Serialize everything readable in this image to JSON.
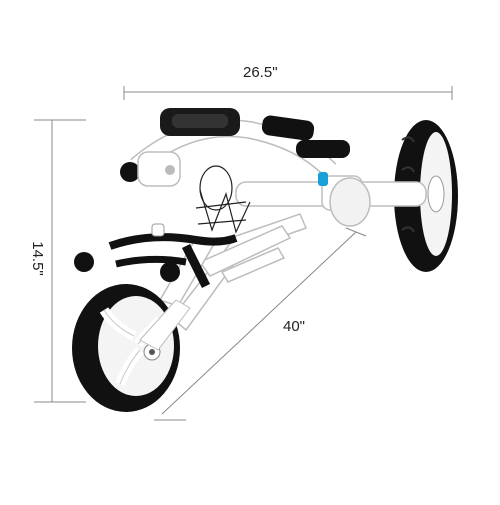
{
  "dimensions": {
    "width": "26.5\"",
    "height": "14.5\"",
    "length": "40\""
  },
  "colors": {
    "frame": "#ffffff",
    "frame_outline": "#bfbfbf",
    "tire": "#111111",
    "accent": "#1aa0d8",
    "dimension_line": "#888888"
  },
  "icons": {
    "product": "folding-golf-push-cart"
  }
}
